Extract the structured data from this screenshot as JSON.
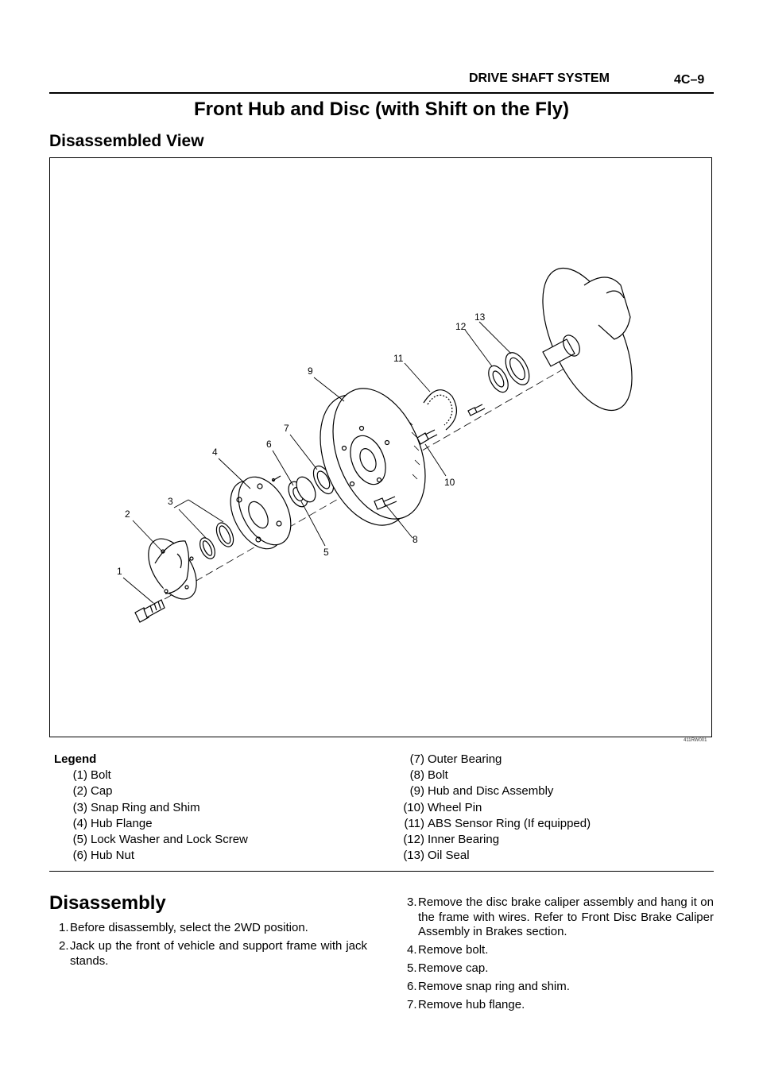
{
  "header": {
    "section_title": "DRIVE SHAFT SYSTEM",
    "page_number": "4C–9"
  },
  "title": "Front Hub and Disc (with Shift on the Fly)",
  "subtitle": "Disassembled View",
  "figure": {
    "figure_id": "411RW001",
    "callouts": [
      "1",
      "2",
      "3",
      "4",
      "5",
      "6",
      "7",
      "8",
      "9",
      "10",
      "11",
      "12",
      "13"
    ]
  },
  "legend": {
    "heading": "Legend",
    "items": [
      {
        "num": "(1)",
        "label": "Bolt"
      },
      {
        "num": "(2)",
        "label": "Cap"
      },
      {
        "num": "(3)",
        "label": "Snap Ring and Shim"
      },
      {
        "num": "(4)",
        "label": "Hub Flange"
      },
      {
        "num": "(5)",
        "label": "Lock Washer and Lock Screw"
      },
      {
        "num": "(6)",
        "label": "Hub Nut"
      },
      {
        "num": "(7)",
        "label": "Outer Bearing"
      },
      {
        "num": "(8)",
        "label": "Bolt"
      },
      {
        "num": "(9)",
        "label": "Hub and Disc Assembly"
      },
      {
        "num": "(10)",
        "label": "Wheel Pin"
      },
      {
        "num": "(11)",
        "label": "ABS Sensor Ring (If equipped)"
      },
      {
        "num": "(12)",
        "label": "Inner Bearing"
      },
      {
        "num": "(13)",
        "label": "Oil Seal"
      }
    ]
  },
  "disassembly": {
    "heading": "Disassembly",
    "steps": [
      {
        "n": "1.",
        "text": "Before disassembly, select the 2WD position."
      },
      {
        "n": "2.",
        "text": "Jack up the front of vehicle and support frame with jack stands."
      },
      {
        "n": "3.",
        "text": "Remove the disc brake caliper assembly and hang it on the frame with wires. Refer to Front Disc Brake Caliper Assembly in Brakes section."
      },
      {
        "n": "4.",
        "text": "Remove bolt."
      },
      {
        "n": "5.",
        "text": "Remove cap."
      },
      {
        "n": "6.",
        "text": "Remove snap ring and shim."
      },
      {
        "n": "7.",
        "text": "Remove hub flange."
      }
    ]
  }
}
